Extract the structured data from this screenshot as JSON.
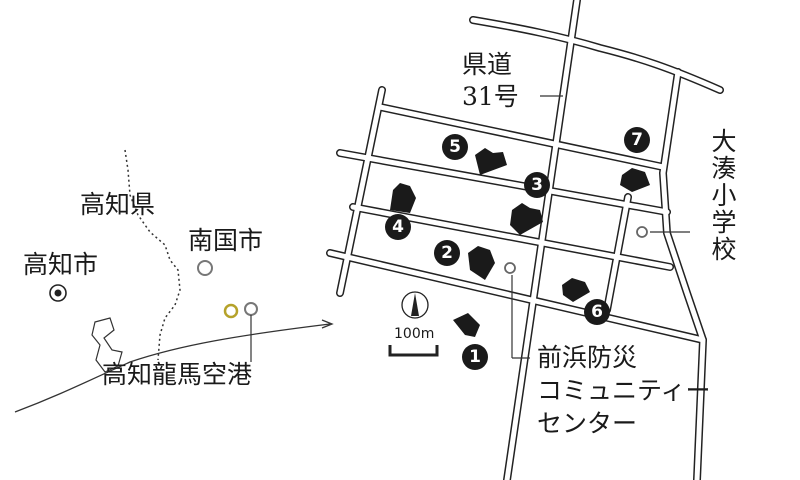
{
  "inset": {
    "prefecture_label": "高知県",
    "city_kochi": "高知市",
    "city_nankoku": "南国市",
    "airport_label": "高知龍馬空港"
  },
  "detail": {
    "road_label_line1": "県道",
    "road_label_line2": "31号",
    "school_label": "大湊小学校",
    "center_label_line1": "前浜防災",
    "center_label_line2": "コミュニティー",
    "center_label_line3": "センター",
    "scale_label": "100m",
    "markers": [
      "1",
      "2",
      "3",
      "4",
      "5",
      "6",
      "7"
    ]
  },
  "colors": {
    "ink": "#1a1a1a",
    "airport_highlight": "#b5a22a",
    "circle": "#777777"
  }
}
